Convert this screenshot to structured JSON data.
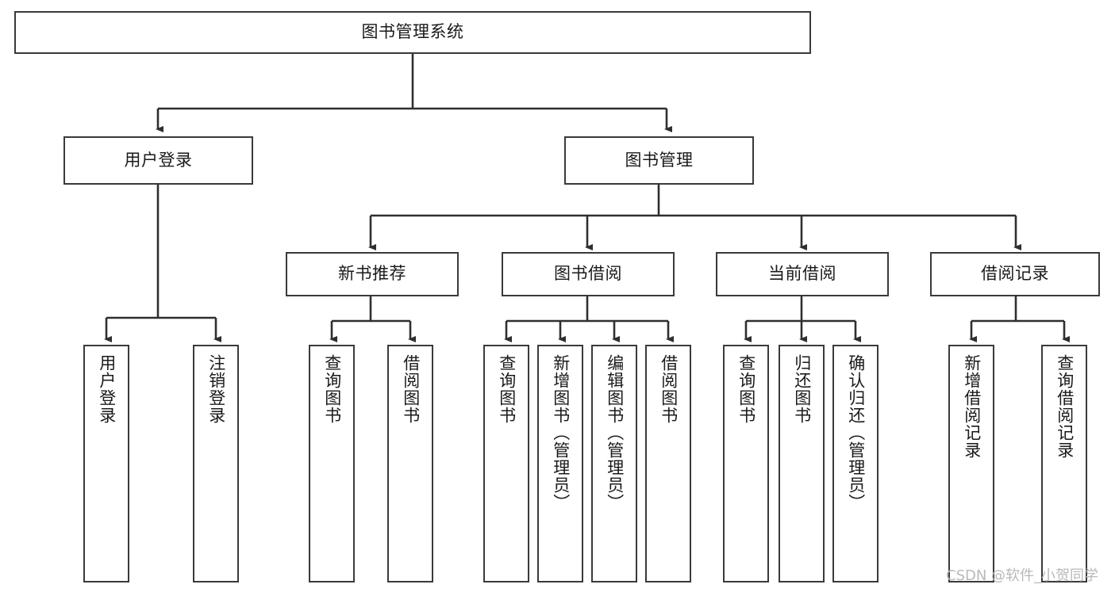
{
  "diagram": {
    "title": "图书管理系统",
    "type": "tree-hierarchy-diagram",
    "colors": {
      "border": "#3a3a3a",
      "background": "#ffffff",
      "text": "#1a1a1a",
      "edge": "#2f2f2f",
      "watermark": "#b9b9b9"
    }
  },
  "watermark": {
    "text": "CSDN @软件_小贺同学"
  },
  "nodes": {
    "root": {
      "label": "图书管理系统"
    },
    "level2": [
      {
        "label": "用户登录"
      },
      {
        "label": "图书管理"
      }
    ],
    "level3": [
      {
        "label": "新书推荐"
      },
      {
        "label": "图书借阅"
      },
      {
        "label": "当前借阅"
      },
      {
        "label": "借阅记录"
      }
    ],
    "leaves_user_login": [
      {
        "label": "用户登录"
      },
      {
        "label": "注销登录"
      }
    ],
    "leaves_new_book": [
      {
        "label": "查询图书"
      },
      {
        "label": "借阅图书"
      }
    ],
    "leaves_borrow": [
      {
        "label": "查询图书"
      },
      {
        "label": "新增图书（管理员）"
      },
      {
        "label": "编辑图书（管理员）"
      },
      {
        "label": "借阅图书"
      }
    ],
    "leaves_current": [
      {
        "label": "查询图书"
      },
      {
        "label": "归还图书"
      },
      {
        "label": "确认归还（管理员）"
      }
    ],
    "leaves_record": [
      {
        "label": "新增借阅记录"
      },
      {
        "label": "查询借阅记录"
      }
    ]
  }
}
